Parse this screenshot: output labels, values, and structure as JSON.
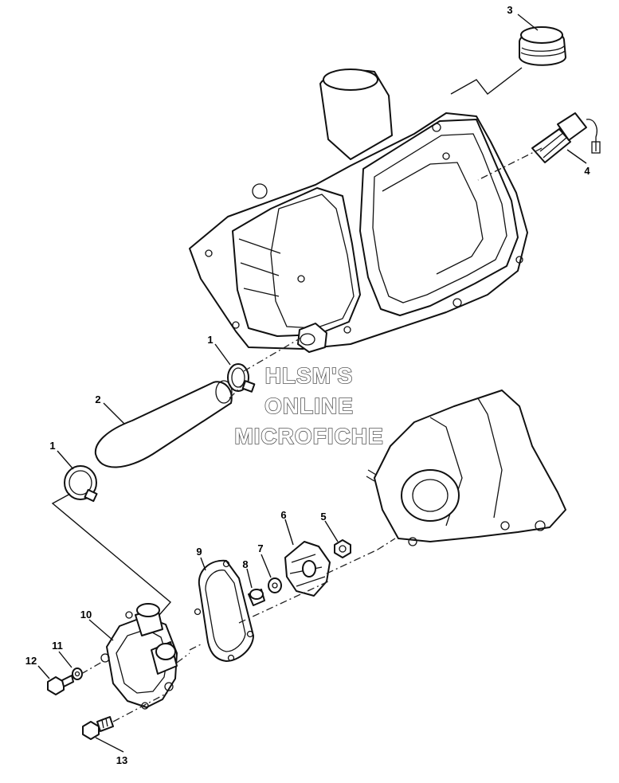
{
  "callouts": [
    {
      "label": "3"
    },
    {
      "label": "4"
    },
    {
      "label": "1"
    },
    {
      "label": "2"
    },
    {
      "label": "1"
    },
    {
      "label": "6"
    },
    {
      "label": "5"
    },
    {
      "label": "9"
    },
    {
      "label": "7"
    },
    {
      "label": "8"
    },
    {
      "label": "10"
    },
    {
      "label": "11"
    },
    {
      "label": "12"
    },
    {
      "label": "13"
    }
  ],
  "watermark": {
    "line1": "HLSM'S",
    "line2": "ONLINE",
    "line3": "MICROFICHE"
  }
}
